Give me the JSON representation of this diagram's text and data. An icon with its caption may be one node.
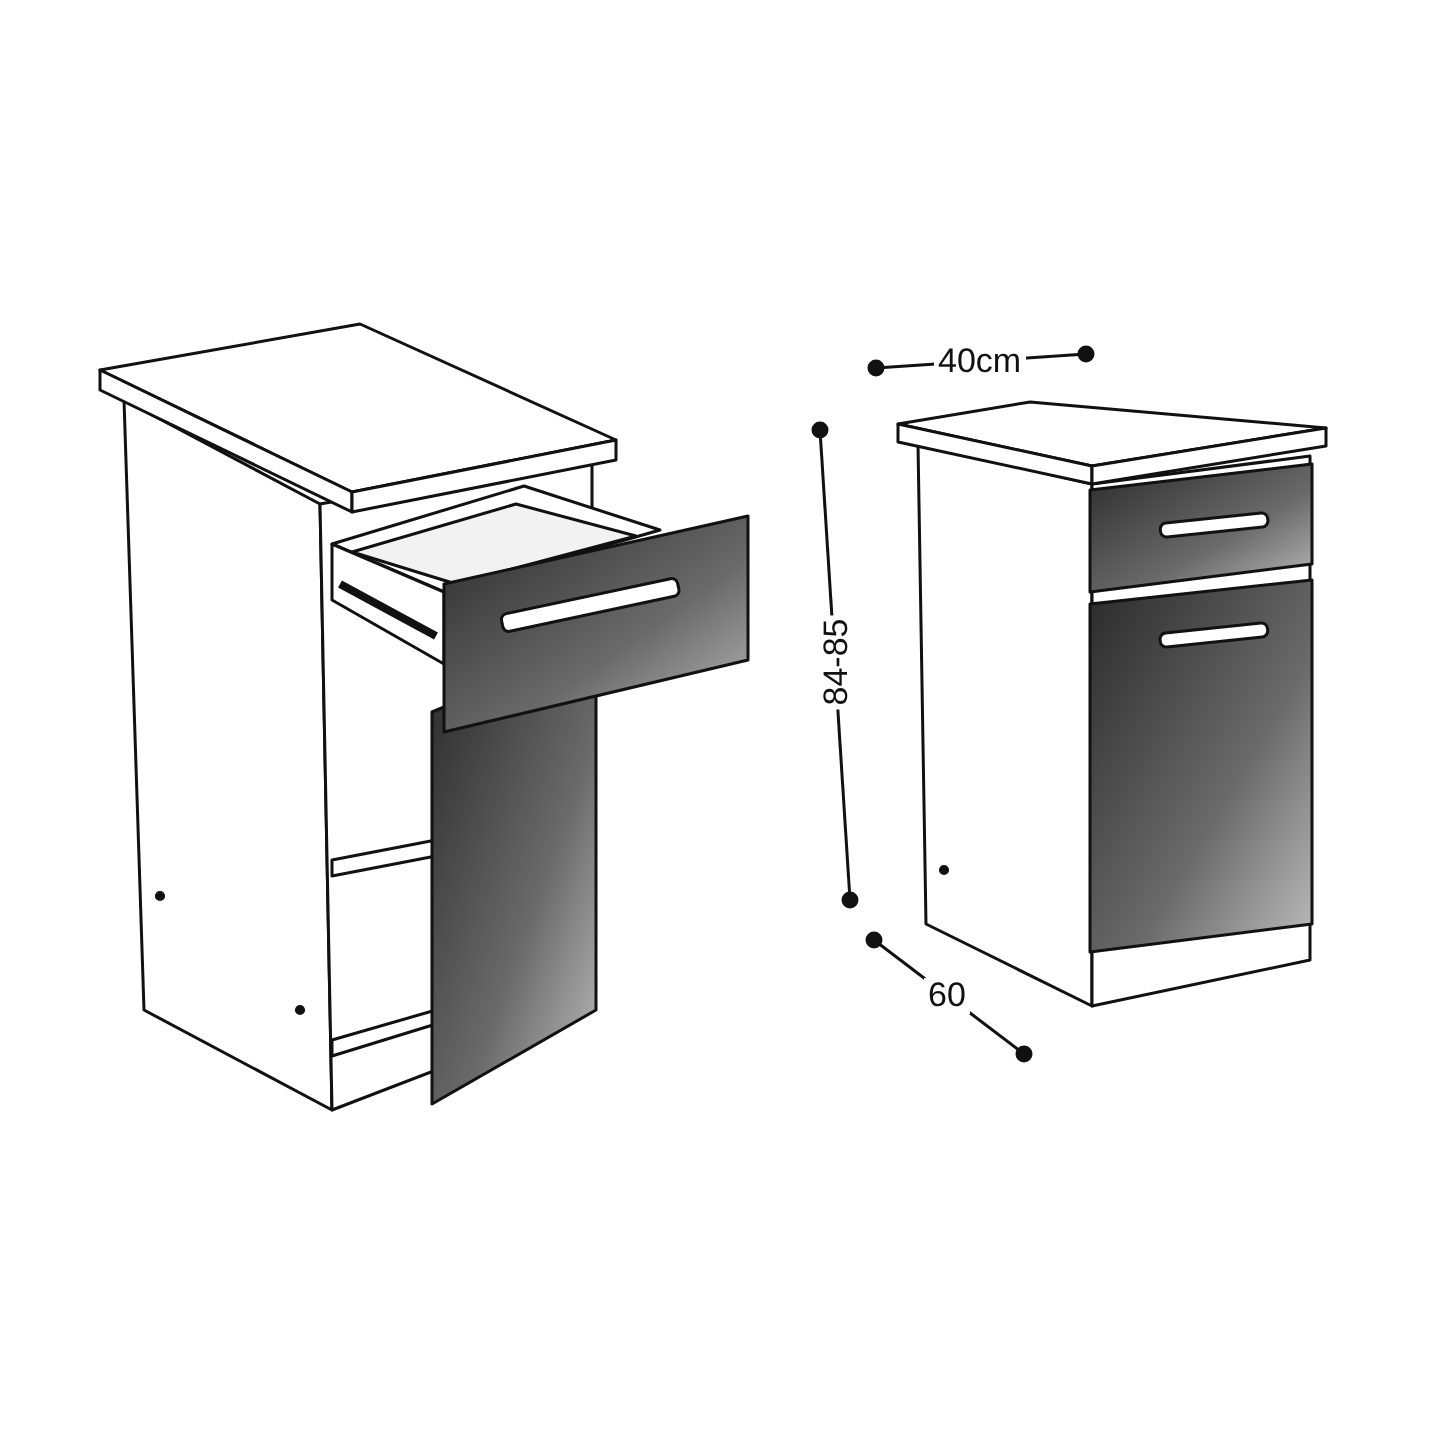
{
  "diagram": {
    "labels": [
      "40cm",
      "84-85",
      "60"
    ]
  }
}
